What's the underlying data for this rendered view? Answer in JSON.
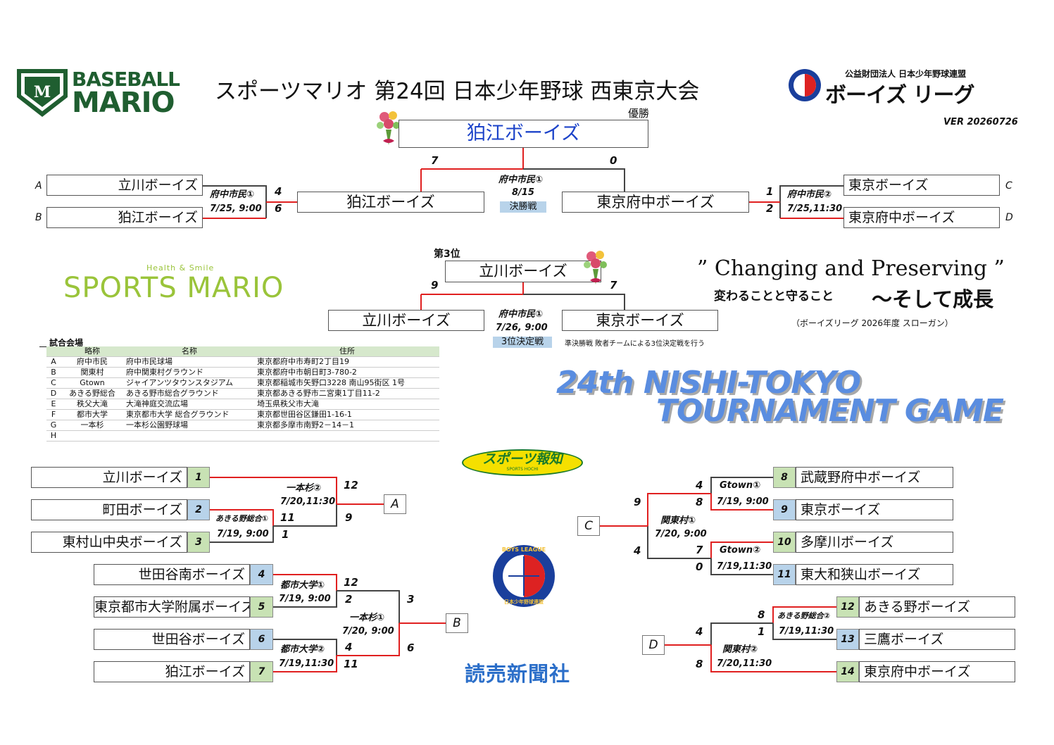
{
  "header": {
    "logo_left_line1": "BASEBALL",
    "logo_left_line2": "MARIO",
    "title": "スポーツマリオ 第24回 日本少年野球 西東京大会",
    "logo_right_small": "公益財団法人 日本少年野球連盟",
    "logo_right_big": "ボーイズ リーグ",
    "version": "VER 20260726"
  },
  "final": {
    "champion_label": "優勝",
    "champion": "狛江ボーイズ",
    "left_score": "7",
    "right_score": "0",
    "venue": "府中市民①",
    "date": "8/15",
    "tag": "決勝戦",
    "left_team": "狛江ボーイズ",
    "right_team": "東京府中ボーイズ"
  },
  "semi_left": {
    "a_label": "A",
    "b_label": "B",
    "team_a": "立川ボーイズ",
    "team_b": "狛江ボーイズ",
    "venue": "府中市民①",
    "datetime": "7/25, 9:00",
    "score_a": "4",
    "score_b": "6"
  },
  "semi_right": {
    "c_label": "C",
    "d_label": "D",
    "team_c": "東京ボーイズ",
    "team_d": "東京府中ボーイズ",
    "venue": "府中市民②",
    "datetime": "7/25,11:30",
    "score_c": "1",
    "score_d": "2"
  },
  "third": {
    "label": "第3位",
    "winner": "立川ボーイズ",
    "left_score": "9",
    "right_score": "7",
    "left_team": "立川ボーイズ",
    "right_team": "東京ボーイズ",
    "venue": "府中市民①",
    "datetime": "7/26, 9:00",
    "tag": "3位決定戦",
    "note": "準決勝戦 敗者チームによる3位決定戦を行う"
  },
  "sports_mario": {
    "small": "Health & Smile",
    "big": "SPORTS MARIO"
  },
  "slogan": {
    "english": "” Changing and Preserving ”",
    "jp1": "変わることと守ること",
    "jp2": "～そして成長",
    "note": "（ボーイズリーグ 2026年度 スローガン）"
  },
  "big_title": {
    "line1": "24th NISHI-TOKYO",
    "line2": "TOURNAMENT GAME"
  },
  "venues": {
    "title": "試合会場",
    "headers": [
      "略称",
      "名称",
      "住所"
    ],
    "rows": [
      [
        "A",
        "府中市民",
        "府中市民球場",
        "東京都府中市寿町2丁目19"
      ],
      [
        "B",
        "関東村",
        "府中関東村グラウンド",
        "東京都府中市朝日町3-780-2"
      ],
      [
        "C",
        "Gtown",
        "ジャイアンツタウンスタジアム",
        "東京都稲城市矢野口3228 南山95街区 1号"
      ],
      [
        "D",
        "あきる野総合",
        "あきる野市総合グラウンド",
        "東京都あきる野市二宮東1丁目11-2"
      ],
      [
        "E",
        "秩父大滝",
        "大滝神庭交流広場",
        "埼玉県秩父市大滝"
      ],
      [
        "F",
        "都市大学",
        "東京都市大学 総合グラウンド",
        "東京都世田谷区鎌田1-16-1"
      ],
      [
        "G",
        "一本杉",
        "一本杉公園野球場",
        "東京都多摩市南野2－14－1"
      ],
      [
        "H",
        "",
        "",
        ""
      ]
    ]
  },
  "sponsors": {
    "hochi": "スポーツ報知",
    "hochi_small": "SPORTS HOCHI",
    "yomiuri": "読売新聞社",
    "boys_emblem_top": "BOYS LEAGUE",
    "boys_emblem_bottom": "日本少年野球連盟"
  },
  "block_a": {
    "label": "A",
    "teams": [
      {
        "seed": "1",
        "name": "立川ボーイズ"
      },
      {
        "seed": "2",
        "name": "町田ボーイズ"
      },
      {
        "seed": "3",
        "name": "東村山中央ボーイズ"
      }
    ],
    "g1": {
      "venue": "あきる野総合①",
      "datetime": "7/19, 9:00",
      "s_top": "11",
      "s_bot": "1"
    },
    "g2": {
      "venue": "一本杉②",
      "datetime": "7/20,11:30",
      "s_top": "12",
      "s_bot": "9"
    }
  },
  "block_b": {
    "label": "B",
    "teams": [
      {
        "seed": "4",
        "name": "世田谷南ボーイズ"
      },
      {
        "seed": "5",
        "name": "東京都市大学附属ボーイズ"
      },
      {
        "seed": "6",
        "name": "世田谷ボーイズ"
      },
      {
        "seed": "7",
        "name": "狛江ボーイズ"
      }
    ],
    "g1": {
      "venue": "都市大学①",
      "datetime": "7/19, 9:00",
      "s_top": "12",
      "s_bot": "2"
    },
    "g2": {
      "venue": "都市大学②",
      "datetime": "7/19,11:30",
      "s_top": "4",
      "s_bot": "11"
    },
    "g3": {
      "venue": "一本杉①",
      "datetime": "7/20, 9:00",
      "s_top": "3",
      "s_bot": "6"
    }
  },
  "block_c": {
    "label": "C",
    "teams": [
      {
        "seed": "8",
        "name": "武蔵野府中ボーイズ"
      },
      {
        "seed": "9",
        "name": "東京ボーイズ"
      },
      {
        "seed": "10",
        "name": "多摩川ボーイズ"
      },
      {
        "seed": "11",
        "name": "東大和狭山ボーイズ"
      }
    ],
    "g1": {
      "venue": "Gtown①",
      "datetime": "7/19, 9:00",
      "s_top": "4",
      "s_bot": "8"
    },
    "g2": {
      "venue": "Gtown②",
      "datetime": "7/19,11:30",
      "s_top": "7",
      "s_bot": "0"
    },
    "g3": {
      "venue": "関東村①",
      "datetime": "7/20, 9:00",
      "s_top": "9",
      "s_bot": "4"
    }
  },
  "block_d": {
    "label": "D",
    "teams": [
      {
        "seed": "12",
        "name": "あきる野ボーイズ"
      },
      {
        "seed": "13",
        "name": "三鷹ボーイズ"
      },
      {
        "seed": "14",
        "name": "東京府中ボーイズ"
      }
    ],
    "g1": {
      "venue": "あきる野総合②",
      "datetime": "7/19,11:30",
      "s_top": "8",
      "s_bot": "1"
    },
    "g2": {
      "venue": "関東村②",
      "datetime": "7/20,11:30",
      "s_top": "4",
      "s_bot": "8"
    }
  },
  "colors": {
    "win_line": "#e02020",
    "lose_line": "#444444",
    "accent_green": "#1f5e30",
    "title_blue": "#1c43c9",
    "grass": "#9ac43a"
  }
}
